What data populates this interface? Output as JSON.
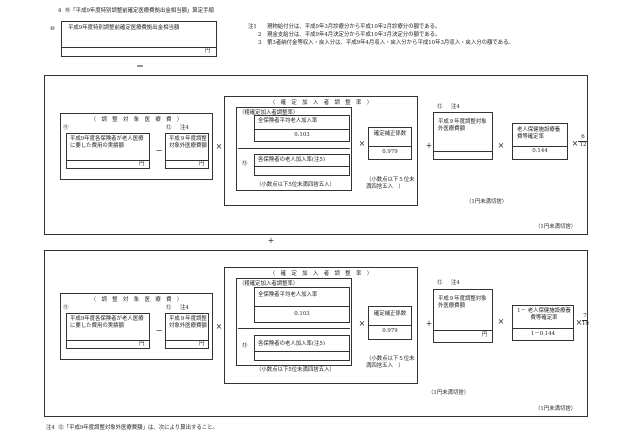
{
  "heading": {
    "num": "4",
    "circ": "⑩",
    "title": "「平成9年度特別調整前確定医療費拠出金相当額」算定手順"
  },
  "box10": {
    "circ": "⑩",
    "label": "平成9年度特別調整前確定医療費拠出金相当額",
    "unit": "円"
  },
  "equals": "＝",
  "notes": [
    {
      "label": "注1",
      "text": "現物給付分は、平成9年3月診療分から平成10年2月診療分の額である。"
    },
    {
      "label": "2",
      "text": "現金支給分は、平成9年4月決定分から平成10年3月決定分の額である。"
    },
    {
      "label": "3",
      "text": "第3者納付金等収入・戻入分は、平成9年4月収入・戻入分から平成10年3月収入・戻入分の額である。"
    }
  ],
  "sec1": {
    "adj_title": "（　調　整　対　象　医　療　費　）",
    "circ11": "⑪",
    "elder_cost": "平成9年度各保険者が老人医療に要した費用の実績額",
    "yen1": "円",
    "minus": "−",
    "circ12a": "⑫",
    "note4a": "注4",
    "excluded": "平成９年度調整対象外医療費額",
    "yen2": "円",
    "times1": "×",
    "conf_title": "（　確　定　加　入　者　調　整　率　）",
    "rough_title": "（粗確定加入者調整率）",
    "natl_label": "全保険者平均老人加入率",
    "natl_value": "0.103",
    "circ13": "⑬",
    "each_label": "各保険者の老人加入率(注5)",
    "rounding5": "（小数点以下5位未満四捨五入）",
    "times2": "×",
    "coef_label": "確定補正係数",
    "coef_value": "0.979",
    "rounding5b": "（小数点以下５位未満四捨五入　）",
    "plus": "+",
    "circ12b": "⑫",
    "note4b": "注4",
    "excluded2": "平成９年度調整対象外医療費額",
    "times3": "×",
    "facility_label": "老人保健施設療養費等確定率",
    "facility_value": "0.144",
    "times4": "×",
    "frac_num": "6",
    "frac_den": "12",
    "yen_round_inner": "（1円未満切捨）",
    "yen_round_outer": "（1円未満切捨）"
  },
  "plus_between": "+",
  "sec2": {
    "adj_title": "（　調　整　対　象　医　療　費　）",
    "circ11": "⑪",
    "elder_cost": "平成9年度各保険者が老人医療に要した費用の実績額",
    "yen1": "円",
    "minus": "−",
    "circ12a": "⑫",
    "note4a": "注4",
    "excluded": "平成９年度調整対象外医療費額",
    "yen2": "円",
    "times1": "×",
    "conf_title": "（　確　定　加　入　者　調　整　率　）",
    "rough_title": "（粗確定加入者調整率）",
    "natl_label": "全保険者平均老人加入率",
    "natl_value": "0.103",
    "circ13": "⑬",
    "each_label": "各保険者の老人加入率(注5)",
    "rounding5": "（小数点以下5位未満四捨五入）",
    "times2": "×",
    "coef_label": "確定補正係数",
    "coef_value": "0.979",
    "rounding5b": "（小数点以下５位未満四捨五入　）",
    "plus": "+",
    "circ12b": "⑫",
    "note4b": "注4",
    "excluded2": "平成９年度調整対象外医療費額",
    "yen3": "円",
    "times3": "×",
    "ratio_top": "1－ 老人保健施設療養費等確定率",
    "ratio_bottom": "1－0.144",
    "times4": "×",
    "frac_num": "7",
    "frac_den": "10",
    "yen_round_inner": "（1円未満切捨）",
    "yen_round_outer": "（1円未満切捨）"
  },
  "footer": {
    "label": "注4",
    "circ": "⑫",
    "text": "「平成9年度調整対象外医療費額」は、次により算出すること。"
  }
}
